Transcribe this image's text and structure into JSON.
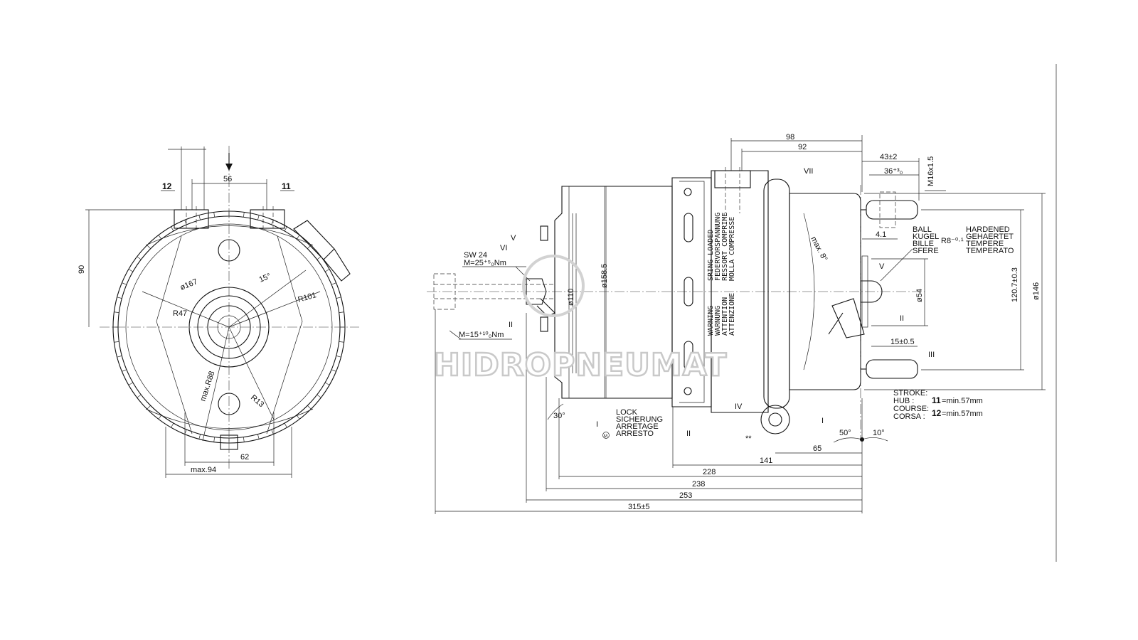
{
  "watermark": "HIDROPNEUMAT",
  "left_view": {
    "port_12": "12",
    "port_11": "11",
    "dim_56": "56",
    "dim_90": "90",
    "dim_167": "ø167",
    "dim_15deg": "15°",
    "dim_r101": "R101",
    "dim_r47": "R47",
    "dim_r88": "max.R88",
    "dim_r13": "R13",
    "dim_62": "62",
    "dim_94": "max.94"
  },
  "right_view": {
    "dim_98": "98",
    "dim_92": "92",
    "dim_43": "43±2",
    "dim_36": "36⁺³₀",
    "dim_m16": "M16x1.5",
    "dim_41": "4.1",
    "dim_54": "ø54",
    "dim_1207": "120.7±0.3",
    "dim_146": "ø146",
    "dim_110": "ø110",
    "dim_1585": "ø158.5",
    "dim_15": "15±0.5",
    "dim_r8": "R8⁻⁰·¹",
    "dim_max8": "max. 8°",
    "dim_30deg": "30°",
    "dim_50deg": "50°",
    "dim_10deg": "10°",
    "dim_65": "65",
    "dim_141": "141",
    "dim_228": "228",
    "dim_238": "238",
    "dim_253": "253",
    "dim_315": "315±5",
    "sw24": "SW 24",
    "torque1": "M=25⁺⁵₀Nm",
    "torque2": "M=15⁺¹⁰₀Nm",
    "roman_vii": "VII",
    "roman_vi": "VI",
    "roman_v": "V",
    "roman_v2": "V",
    "roman_iii": "III",
    "roman_ii": "II",
    "roman_ii2": "II",
    "roman_ii3": "II",
    "roman_iv": "IV",
    "roman_i": "I",
    "roman_i2": "I",
    "star": "**",
    "hardened_lines": [
      "BALL",
      "KUGEL",
      "BILLE",
      "SFERE"
    ],
    "hardened_right": [
      "HARDENED",
      "GEHAERTET",
      "TEMPERE",
      "TEMPERATO"
    ],
    "spring_loaded": [
      "SRING LOADED",
      "FEDERVORSPANNUNG",
      "RESSORT COMPRIME",
      "MOLLA COMPRESSE"
    ],
    "warning": [
      "WARNING",
      "WARNUNG",
      "ATTENTION",
      "ATTENZIONE"
    ],
    "lock": [
      "LOCK",
      "SICHERUNG",
      "ARRETAGE",
      "ARRESTO"
    ],
    "stroke_labels": [
      "STROKE:",
      "HUB      :",
      "COURSE:",
      "CORSA  :"
    ],
    "stroke_11_num": "11",
    "stroke_11_val": "=min.57mm",
    "stroke_12_num": "12",
    "stroke_12_val": "=min.57mm",
    "m_mark": "M"
  }
}
